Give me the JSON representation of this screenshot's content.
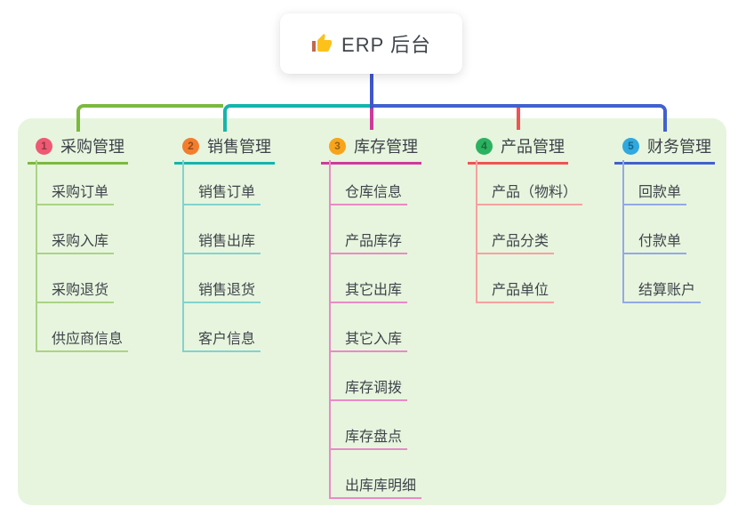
{
  "root": {
    "label": "ERP 后台",
    "icon": "thumbs-up-icon",
    "stem_color": "#4156c9"
  },
  "panel_color": "#e7f5de",
  "branches": [
    {
      "index": "1",
      "title": "采购管理",
      "color": "#7cb93f",
      "light_color": "#abd386",
      "badge_color": "#ee5a73",
      "children": [
        "采购订单",
        "采购入库",
        "采购退货",
        "供应商信息"
      ]
    },
    {
      "index": "2",
      "title": "销售管理",
      "color": "#14b5ac",
      "light_color": "#82d3cd",
      "badge_color": "#f37d2e",
      "children": [
        "销售订单",
        "销售出库",
        "销售退货",
        "客户信息"
      ]
    },
    {
      "index": "3",
      "title": "库存管理",
      "color": "#ce3a9a",
      "light_color": "#e98ac6",
      "badge_color": "#f8a41b",
      "children": [
        "仓库信息",
        "产品库存",
        "其它出库",
        "其它入库",
        "库存调拨",
        "库存盘点",
        "出库库明细"
      ]
    },
    {
      "index": "4",
      "title": "产品管理",
      "color": "#f05353",
      "light_color": "#f6a1a0",
      "badge_color": "#2bb261",
      "children": [
        "产品（物料）",
        "产品分类",
        "产品单位"
      ]
    },
    {
      "index": "5",
      "title": "财务管理",
      "color": "#4161ce",
      "light_color": "#93a9e5",
      "badge_color": "#2fa9e0",
      "children": [
        "回款单",
        "付款单",
        "结算账户"
      ]
    }
  ]
}
